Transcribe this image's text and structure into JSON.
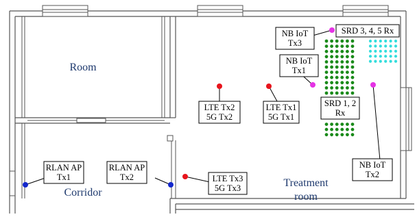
{
  "rooms": {
    "room": "Room",
    "corridor": "Corridor",
    "treatment_line1": "Treatment",
    "treatment_line2": "room"
  },
  "labels": {
    "nb_iot_tx3": [
      "NB IoT",
      "Tx3"
    ],
    "nb_iot_tx1": [
      "NB IoT",
      "Tx1"
    ],
    "srd345": [
      "SRD 3, 4, 5 Rx"
    ],
    "srd12": [
      "SRD 1, 2",
      "Rx"
    ],
    "nb_iot_tx2": [
      "NB IoT",
      "Tx2"
    ],
    "lte_tx2": [
      "LTE Tx2",
      "5G Tx2"
    ],
    "lte_tx1": [
      "LTE Tx1",
      "5G Tx1"
    ],
    "rlan_tx1": [
      "RLAN AP",
      "Tx1"
    ],
    "rlan_tx2": [
      "RLAN AP",
      "Tx2"
    ],
    "lte_tx3": [
      "LTE Tx3",
      "5G Tx3"
    ]
  },
  "colors": {
    "lte_5g": "#e8141c",
    "nb_iot": "#e533e5",
    "rlan": "#1428cc",
    "srd12_grid": "#1a8a1a",
    "srd345_grid": "#33dddd",
    "wall": "#555555",
    "room_text": "#1f3a6e"
  }
}
